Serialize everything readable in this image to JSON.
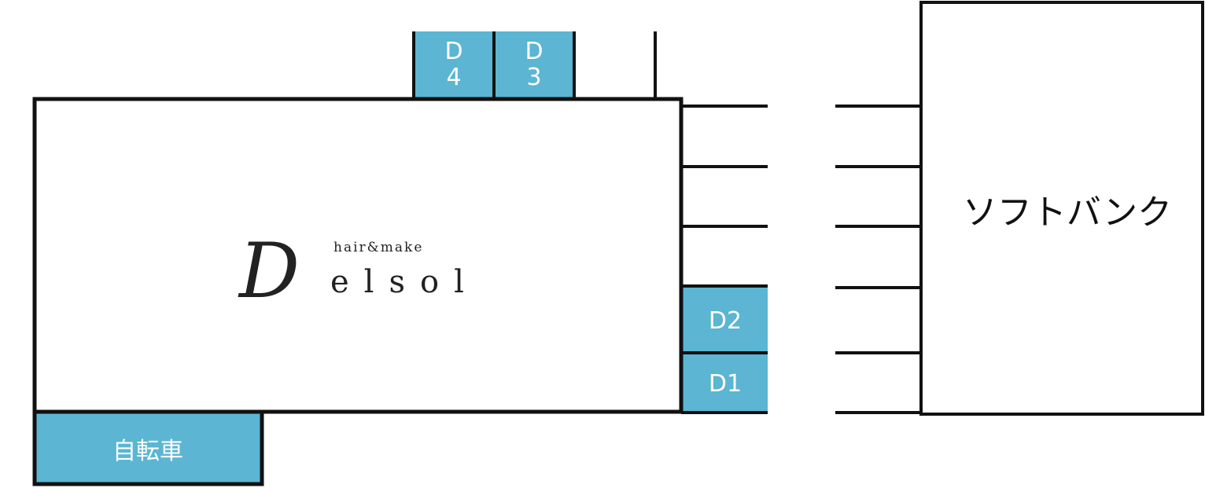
{
  "colors": {
    "slot_fill": "#5bb5d3",
    "line": "#111111",
    "background": "#ffffff"
  },
  "shop": {
    "logo_subtitle": "hair&make",
    "logo_initial": "D",
    "logo_rest": "elsol"
  },
  "neighbor": {
    "name": "ソフトバンク"
  },
  "parking": {
    "d4": [
      "D",
      "4"
    ],
    "d3": [
      "D",
      "3"
    ],
    "d2": "D2",
    "d1": "D1"
  },
  "bicycle": {
    "label": "自転車"
  }
}
